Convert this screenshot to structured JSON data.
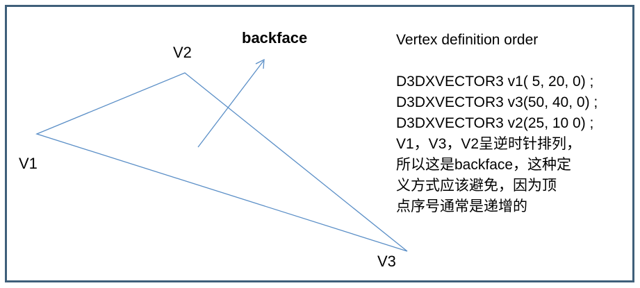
{
  "diagram": {
    "title": "backface",
    "vertices": [
      {
        "label": "V1"
      },
      {
        "label": "V2"
      },
      {
        "label": "V3"
      }
    ]
  },
  "notes": {
    "heading": "Vertex definition order",
    "code": [
      "D3DXVECTOR3 v1( 5, 20, 0) ;",
      "D3DXVECTOR3 v3(50, 40, 0) ;",
      "D3DXVECTOR3 v2(25, 10 0) ;"
    ],
    "description": [
      "V1，V3，V2呈逆时针排列，",
      "所以这是backface，这种定",
      "义方式应该避免，因为顶",
      "点序号通常是递增的"
    ]
  },
  "colors": {
    "line": "#5b8fc7",
    "border": "#3f5f7a"
  }
}
